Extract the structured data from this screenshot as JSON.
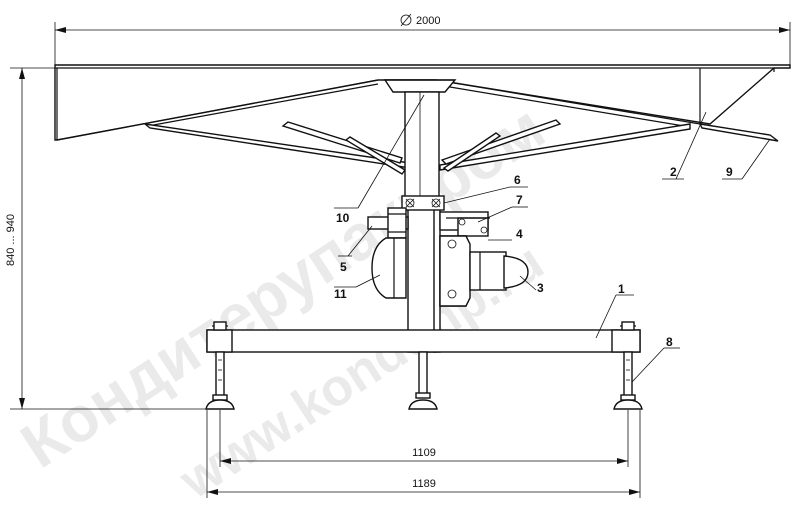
{
  "watermark": {
    "line1": "Кондитерупакпром",
    "line2": "www.konduhp.ru"
  },
  "dimensions": {
    "diameter": "2000",
    "height": "840 ... 940",
    "inner_span": "1109",
    "outer_span": "1189"
  },
  "labels": [
    "1",
    "2",
    "3",
    "4",
    "5",
    "6",
    "7",
    "8",
    "9",
    "10",
    "11"
  ]
}
